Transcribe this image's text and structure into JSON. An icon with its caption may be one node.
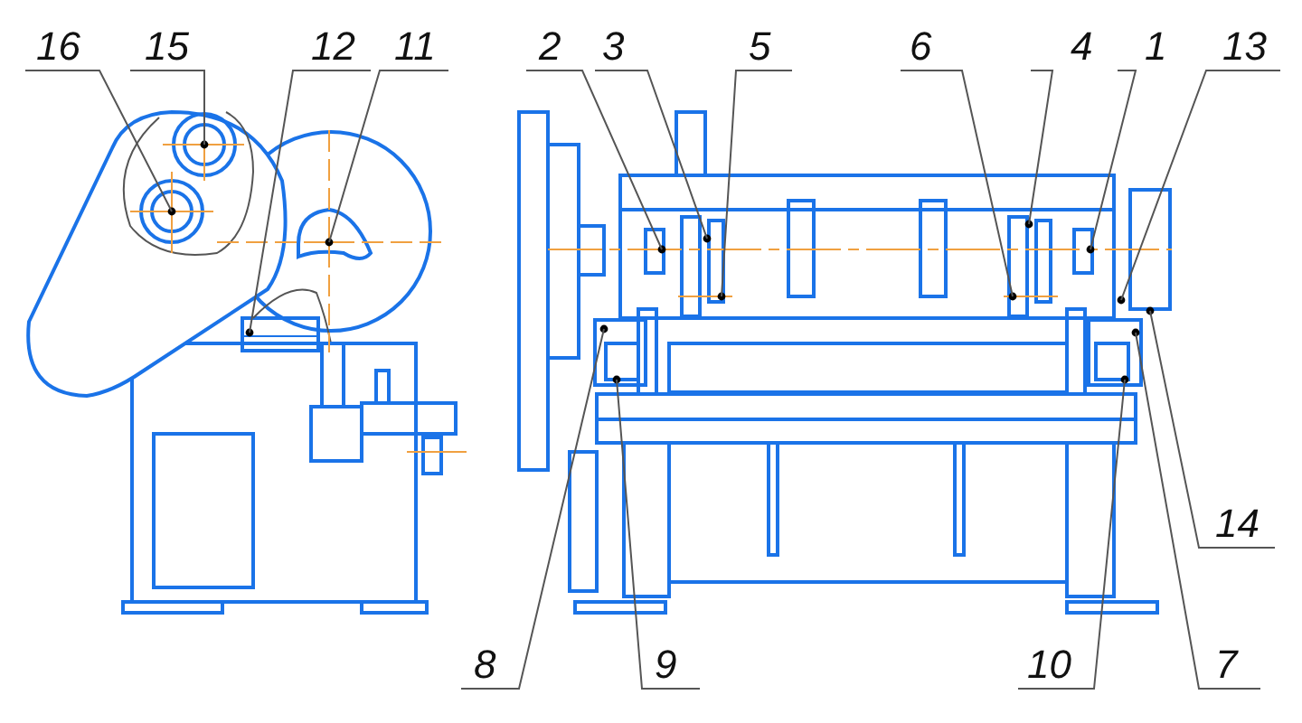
{
  "diagram": {
    "nodes": [
      {
        "text": [
          "16"
        ]
      },
      {
        "text": [
          "15"
        ]
      },
      {
        "text": [
          "12"
        ]
      },
      {
        "text": [
          "11"
        ]
      },
      {
        "text": [
          "2"
        ]
      },
      {
        "text": [
          "3"
        ]
      },
      {
        "text": [
          "5"
        ]
      },
      {
        "text": [
          "6"
        ]
      },
      {
        "text": [
          "4"
        ]
      },
      {
        "text": [
          "1"
        ]
      },
      {
        "text": [
          "13"
        ]
      },
      {
        "text": [
          "14"
        ]
      },
      {
        "text": [
          "8"
        ]
      },
      {
        "text": [
          "9"
        ]
      },
      {
        "text": [
          "10"
        ]
      },
      {
        "text": [
          "7"
        ]
      }
    ],
    "edges": [
      {
        "from": 0,
        "to": null,
        "arrow": "none"
      },
      {
        "from": 1,
        "to": null,
        "arrow": "none"
      },
      {
        "from": 2,
        "to": null,
        "arrow": "none"
      },
      {
        "from": 3,
        "to": null,
        "arrow": "none"
      },
      {
        "from": 4,
        "to": null,
        "arrow": "none"
      },
      {
        "from": 5,
        "to": null,
        "arrow": "none"
      },
      {
        "from": 6,
        "to": null,
        "arrow": "none"
      },
      {
        "from": 7,
        "to": null,
        "arrow": "none"
      },
      {
        "from": 8,
        "to": null,
        "arrow": "none"
      },
      {
        "from": 9,
        "to": null,
        "arrow": "none"
      },
      {
        "from": 10,
        "to": null,
        "arrow": "none"
      },
      {
        "from": 11,
        "to": null,
        "arrow": "none"
      },
      {
        "from": 12,
        "to": null,
        "arrow": "none"
      },
      {
        "from": 13,
        "to": null,
        "arrow": "none"
      },
      {
        "from": 14,
        "to": null,
        "arrow": "none"
      },
      {
        "from": 15,
        "to": null,
        "arrow": "none"
      }
    ]
  }
}
